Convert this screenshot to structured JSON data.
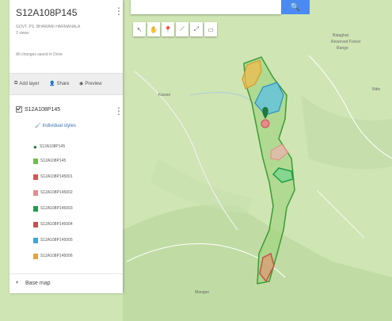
{
  "panel": {
    "title": "S12A108P145",
    "owner": "GOVT. PS. BHAWANI HARMANALA",
    "views": "2 views",
    "save_status": "All changes saved in Drive",
    "kebab_glyph": "⋮",
    "toolbar": {
      "add_layer": "Add layer",
      "share": "Share",
      "preview": "Preview"
    },
    "layer": {
      "name": "S12A108P145",
      "styles_link": "Individual styles",
      "features": [
        {
          "label": "S12A108P145",
          "color": "#1e7a3c",
          "icon": "pin-icon"
        },
        {
          "label": "S12A108P145",
          "color": "#6cc04a",
          "icon": "polygon-icon"
        },
        {
          "label": "S12A108P145001",
          "color": "#d9534f",
          "icon": "polygon-icon"
        },
        {
          "label": "S12A108P145002",
          "color": "#e88a8a",
          "icon": "polygon-icon"
        },
        {
          "label": "S12A108P145003",
          "color": "#1e9e4a",
          "icon": "polygon-icon"
        },
        {
          "label": "S12A108P145004",
          "color": "#c94f4f",
          "icon": "polygon-icon"
        },
        {
          "label": "S12A108P145005",
          "color": "#39a9d9",
          "icon": "polygon-icon"
        },
        {
          "label": "S12A108P145006",
          "color": "#e6a23c",
          "icon": "polygon-icon"
        }
      ]
    },
    "basemap": "Base map"
  },
  "search": {
    "placeholder": "",
    "button_glyph": "🔍"
  },
  "map_tools": [
    {
      "glyph": "↖",
      "icon": "undo-icon"
    },
    {
      "glyph": "✋",
      "icon": "hand-icon"
    },
    {
      "glyph": "📍",
      "icon": "marker-icon"
    },
    {
      "glyph": "⟋",
      "icon": "draw-line-icon"
    },
    {
      "glyph": "⤢",
      "icon": "measure-icon"
    },
    {
      "glyph": "▭",
      "icon": "ruler-icon"
    }
  ],
  "map_labels": {
    "kawari": "Kawari",
    "bataghat": "Bataghat",
    "range": "Range",
    "forest": "Reserved Forest",
    "nandgaon": "Mangan",
    "ridge": "Nitte"
  },
  "colors": {
    "map_bg": "#cfe5b4",
    "boundary": "#3d9b35",
    "fill": "#9fd47e"
  }
}
